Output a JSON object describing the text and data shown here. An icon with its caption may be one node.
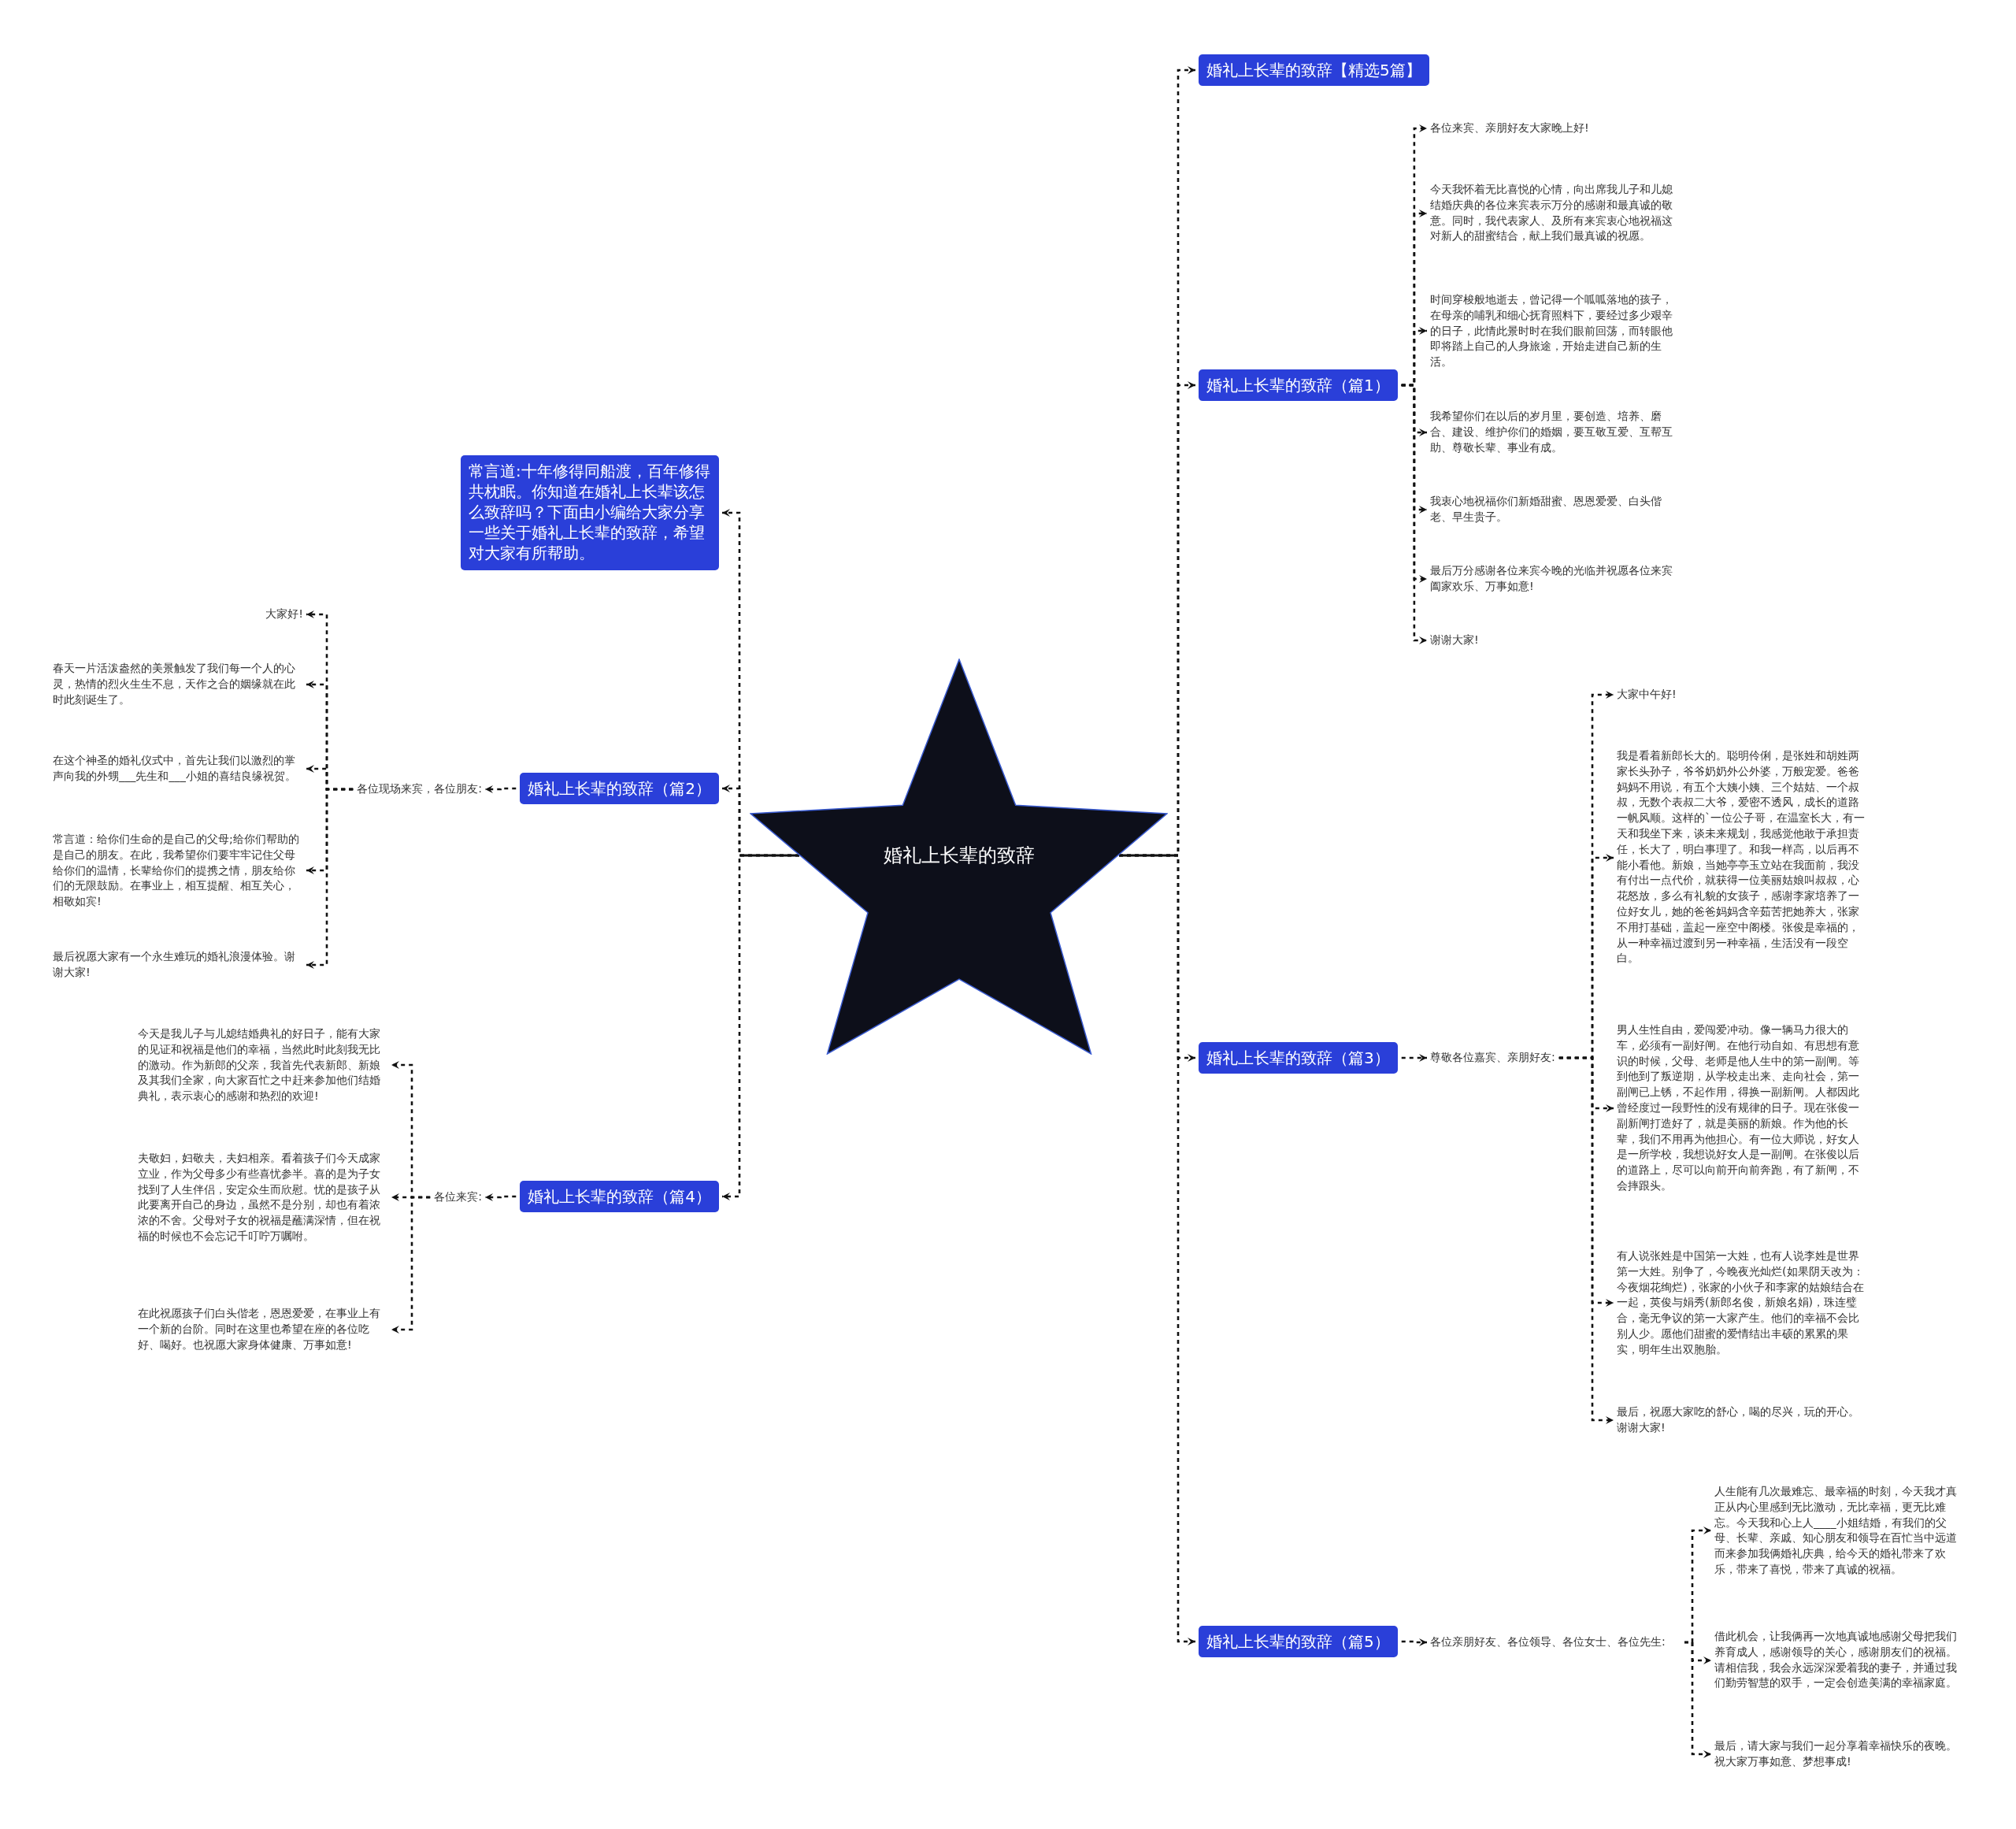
{
  "diagram": {
    "nodes": [
      {
        "text": [
          "婚礼上长辈的致辞"
        ]
      },
      {
        "text": [
          "婚礼上长辈的致辞【精选5篇】"
        ]
      },
      {
        "text": [
          "婚礼上长辈的致辞（篇1）"
        ]
      },
      {
        "text": [
          "各位来宾、亲朋好友大家晚上好!"
        ]
      },
      {
        "text": [
          "今天我怀着无比喜悦的心情，向出席我儿子和儿媳结婚庆典的各位来宾表示万分的感谢和最真诚的敬意。同时，我代表家人、及所有来宾衷心地祝福这对新人的甜蜜结合，献上我们最真诚的祝愿。"
        ]
      },
      {
        "text": [
          "时间穿梭般地逝去，曾记得一个呱呱落地的孩子，在母亲的哺乳和细心抚育照料下，要经过多少艰辛的日子，此情此景时时在我们眼前回荡，而转眼他即将踏上自己的人身旅途，开始走进自己新的生活。"
        ]
      },
      {
        "text": [
          "我希望你们在以后的岁月里，要创造、培养、磨合、建设、维护你们的婚姻，要互敬互爱、互帮互助、尊敬长辈、事业有成。"
        ]
      },
      {
        "text": [
          "我衷心地祝福你们新婚甜蜜、恩恩爱爱、白头偕老、早生贵子。"
        ]
      },
      {
        "text": [
          "最后万分感谢各位来宾今晚的光临并祝愿各位来宾阖家欢乐、万事如意!"
        ]
      },
      {
        "text": [
          "谢谢大家!"
        ]
      },
      {
        "text": [
          "婚礼上长辈的致辞（篇3）"
        ]
      },
      {
        "text": [
          "尊敬各位嘉宾、亲朋好友:"
        ]
      },
      {
        "text": [
          "大家中午好!"
        ]
      },
      {
        "text": [
          "我是看着新郎长大的。聪明伶俐，是张姓和胡姓两家长头孙子，爷爷奶奶外公外婆，万般宠爱。爸爸妈妈不用说，有五个大姨小姨、三个姑姑、一个叔叔，无数个表叔二大爷，爱密不透风，成长的道路一帆风顺。这样的`一位公子哥，在温室长大，有一天和我坐下来，谈未来规划，我感觉他敢于承担责任，长大了，明白事理了。和我一样高，以后再不能小看他。新娘，当她亭亭玉立站在我面前，我没有付出一点代价，就获得一位美丽姑娘叫叔叔，心花怒放，多么有礼貌的女孩子，感谢李家培养了一位好女儿，她的爸爸妈妈含辛茹苦把她养大，张家不用打基础，盖起一座空中阁楼。张俊是幸福的，从一种幸福过渡到另一种幸福，生活没有一段空白。"
        ]
      },
      {
        "text": [
          "男人生性自由，爱闯爱冲动。像一辆马力很大的车，必须有一副好闸。在他行动自如、有思想有意识的时候，父母、老师是他人生中的第一副闸。等到他到了叛逆期，从学校走出来、走向社会，第一副闸已上锈，不起作用，得换一副新闸。人都因此曾经度过一段野性的没有规律的日子。现在张俊一副新闸打造好了，就是美丽的新娘。作为他的长辈，我们不用再为他担心。有一位大师说，好女人是一所学校，我想说好女人是一副闸。在张俊以后的道路上，尽可以向前开向前奔跑，有了新闸，不会摔跟头。"
        ]
      },
      {
        "text": [
          "有人说张姓是中国第一大姓，也有人说李姓是世界第一大姓。别争了，今晚夜光灿烂(如果阴天改为：今夜烟花绚烂)，张家的小伙子和李家的姑娘结合在一起，英俊与娟秀(新郎名俊，新娘名娟)，珠连璧合，毫无争议的第一大家产生。他们的幸福不会比别人少。愿他们甜蜜的爱情结出丰硕的累累的果实，明年生出双胞胎。"
        ]
      },
      {
        "text": [
          "最后，祝愿大家吃的舒心，喝的尽兴，玩的开心。谢谢大家!"
        ]
      },
      {
        "text": [
          "婚礼上长辈的致辞（篇5）"
        ]
      },
      {
        "text": [
          "各位亲朋好友、各位领导、各位女士、各位先生:"
        ]
      },
      {
        "text": [
          "人生能有几次最难忘、最幸福的时刻，今天我才真正从内心里感到无比激动，无比幸福，更无比难忘。今天我和心上人____小姐结婚，有我们的父母、长辈、亲戚、知心朋友和领导在百忙当中远道而来参加我俩婚礼庆典，给今天的婚礼带来了欢乐，带来了喜悦，带来了真诚的祝福。"
        ]
      },
      {
        "text": [
          "借此机会，让我俩再一次地真诚地感谢父母把我们养育成人，感谢领导的关心，感谢朋友们的祝福。请相信我，我会永远深深爱着我的妻子，并通过我们勤劳智慧的双手，一定会创造美满的幸福家庭。"
        ]
      },
      {
        "text": [
          "最后，请大家与我们一起分享着幸福快乐的夜晚。祝大家万事如意、梦想事成!"
        ]
      },
      {
        "text": [
          "常言道:十年修得同船渡，百年修得共枕眠。你知道在婚礼上长辈该怎么致辞吗？下面由小编给大家分享一些关于婚礼上长辈的致辞，希望对大家有所帮助。"
        ]
      },
      {
        "text": [
          "婚礼上长辈的致辞（篇2）"
        ]
      },
      {
        "text": [
          "各位现场来宾，各位朋友:"
        ]
      },
      {
        "text": [
          "大家好!"
        ]
      },
      {
        "text": [
          "春天一片活泼盎然的美景触发了我们每一个人的心灵，热情的烈火生生不息，天作之合的姻缘就在此时此刻诞生了。"
        ]
      },
      {
        "text": [
          "在这个神圣的婚礼仪式中，首先让我们以激烈的掌声向我的外甥___先生和___小姐的喜结良缘祝贺。"
        ]
      },
      {
        "text": [
          "常言道：给你们生命的是自己的父母;给你们帮助的是自己的朋友。在此，我希望你们要牢牢记住父母给你们的温情，长辈给你们的提携之情，朋友给你们的无限鼓励。在事业上，相互提醒、相互关心，相敬如宾!"
        ]
      },
      {
        "text": [
          "最后祝愿大家有一个永生难玩的婚礼浪漫体验。谢谢大家!"
        ]
      },
      {
        "text": [
          "婚礼上长辈的致辞（篇4）"
        ]
      },
      {
        "text": [
          "各位来宾:"
        ]
      },
      {
        "text": [
          "今天是我儿子与儿媳结婚典礼的好日子，能有大家的见证和祝福是他们的幸福，当然此时此刻我无比的激动。作为新郎的父亲，我首先代表新郎、新娘及其我们全家，向大家百忙之中赶来参加他们结婚典礼，表示衷心的感谢和热烈的欢迎!"
        ]
      },
      {
        "text": [
          "夫敬妇，妇敬夫，夫妇相亲。看着孩子们今天成家立业，作为父母多少有些喜忧参半。喜的是为子女找到了人生伴侣，安定众生而欣慰。忧的是孩子从此要离开自己的身边，虽然不是分别，却也有着浓浓的不舍。父母对子女的祝福是蘸满深情，但在祝福的时候也不会忘记千叮咛万嘱咐。"
        ]
      },
      {
        "text": [
          "在此祝愿孩子们白头偕老，恩恩爱爱，在事业上有一个新的台阶。同时在这里也希望在座的各位吃好、喝好。也祝愿大家身体健康、万事如意!"
        ]
      }
    ],
    "edges": [
      {
        "from": 0,
        "to": 1,
        "arrow": "to"
      },
      {
        "from": 0,
        "to": 2,
        "arrow": "to"
      },
      {
        "from": 0,
        "to": 10,
        "arrow": "to"
      },
      {
        "from": 0,
        "to": 17,
        "arrow": "to"
      },
      {
        "from": 0,
        "to": 22,
        "arrow": "to"
      },
      {
        "from": 0,
        "to": 23,
        "arrow": "to"
      },
      {
        "from": 0,
        "to": 30,
        "arrow": "to"
      },
      {
        "from": 2,
        "to": 3,
        "arrow": "to"
      },
      {
        "from": 2,
        "to": 4,
        "arrow": "to"
      },
      {
        "from": 2,
        "to": 5,
        "arrow": "to"
      },
      {
        "from": 2,
        "to": 6,
        "arrow": "to"
      },
      {
        "from": 2,
        "to": 7,
        "arrow": "to"
      },
      {
        "from": 2,
        "to": 8,
        "arrow": "to"
      },
      {
        "from": 2,
        "to": 9,
        "arrow": "to"
      },
      {
        "from": 10,
        "to": 11,
        "arrow": "to"
      },
      {
        "from": 11,
        "to": 12,
        "arrow": "to"
      },
      {
        "from": 11,
        "to": 13,
        "arrow": "to"
      },
      {
        "from": 11,
        "to": 14,
        "arrow": "to"
      },
      {
        "from": 11,
        "to": 15,
        "arrow": "to"
      },
      {
        "from": 11,
        "to": 16,
        "arrow": "to"
      },
      {
        "from": 17,
        "to": 18,
        "arrow": "to"
      },
      {
        "from": 18,
        "to": 19,
        "arrow": "to"
      },
      {
        "from": 18,
        "to": 20,
        "arrow": "to"
      },
      {
        "from": 18,
        "to": 21,
        "arrow": "to"
      },
      {
        "from": 23,
        "to": 24,
        "arrow": "to"
      },
      {
        "from": 24,
        "to": 25,
        "arrow": "to"
      },
      {
        "from": 24,
        "to": 26,
        "arrow": "to"
      },
      {
        "from": 24,
        "to": 27,
        "arrow": "to"
      },
      {
        "from": 24,
        "to": 28,
        "arrow": "to"
      },
      {
        "from": 24,
        "to": 29,
        "arrow": "to"
      },
      {
        "from": 30,
        "to": 31,
        "arrow": "to"
      },
      {
        "from": 31,
        "to": 32,
        "arrow": "to"
      },
      {
        "from": 31,
        "to": 33,
        "arrow": "to"
      },
      {
        "from": 31,
        "to": 34,
        "arrow": "to"
      }
    ]
  }
}
